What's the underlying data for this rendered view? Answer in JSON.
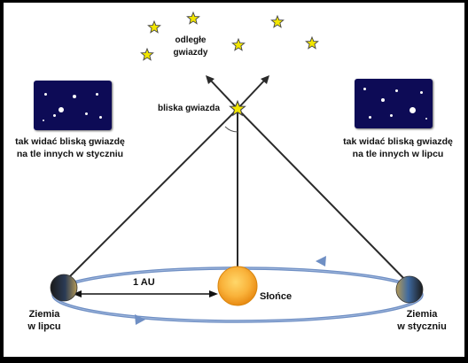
{
  "labels": {
    "distant_stars": [
      "odległe",
      "gwiazdy"
    ],
    "near_star": "bliska gwiazda",
    "view_left": [
      "tak widać bliską gwiazdę",
      "na tle innych w styczniu"
    ],
    "view_right": [
      "tak widać bliską gwiazdę",
      "na tle innych w lipcu"
    ],
    "distance": "1 AU",
    "sun": "Słońce",
    "earth_left": [
      "Ziemia",
      "w lipcu"
    ],
    "earth_right": [
      "Ziemia",
      "w styczniu"
    ]
  },
  "colors": {
    "orbit": "#6f8fc4",
    "sky": "#0d0b56",
    "star_fill": "#f2e600",
    "sun": "#f7a01a"
  }
}
